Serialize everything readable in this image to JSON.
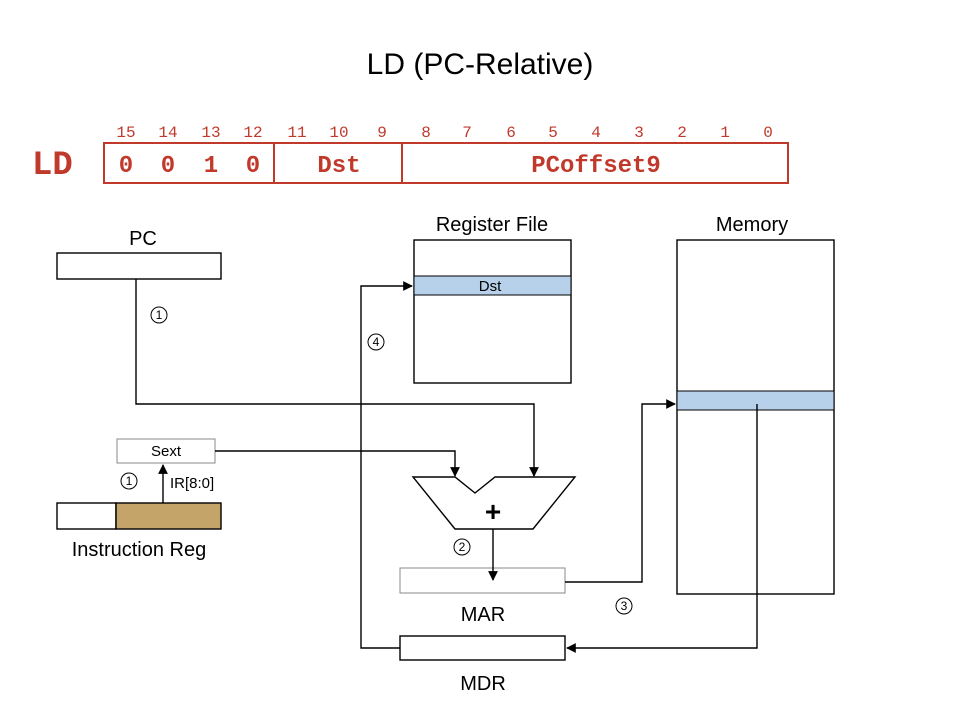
{
  "title": "LD (PC-Relative)",
  "instruction": {
    "mnemonic": "LD",
    "bit_numbers": [
      "15",
      "14",
      "13",
      "12",
      "11",
      "10",
      "9",
      "8",
      "7",
      "6",
      "5",
      "4",
      "3",
      "2",
      "1",
      "0"
    ],
    "opcode_bits": [
      "0",
      "0",
      "1",
      "0"
    ],
    "dst_field": "Dst",
    "offset_field": "PCoffset9",
    "color": "#c0392b"
  },
  "labels": {
    "pc": "PC",
    "register_file": "Register File",
    "dst_row": "Dst",
    "memory": "Memory",
    "sext": "Sext",
    "ir_bits": "IR[8:0]",
    "instruction_reg": "Instruction Reg",
    "adder": "+",
    "mar": "MAR",
    "mdr": "MDR"
  },
  "steps": {
    "pc_step": "1",
    "sext_step": "1",
    "adder_step": "2",
    "mem_step": "3",
    "reg_step": "4"
  },
  "colors": {
    "highlight": "#b7d1ea",
    "ir_offset_fill": "#c4a469",
    "accent": "#c0392b"
  }
}
